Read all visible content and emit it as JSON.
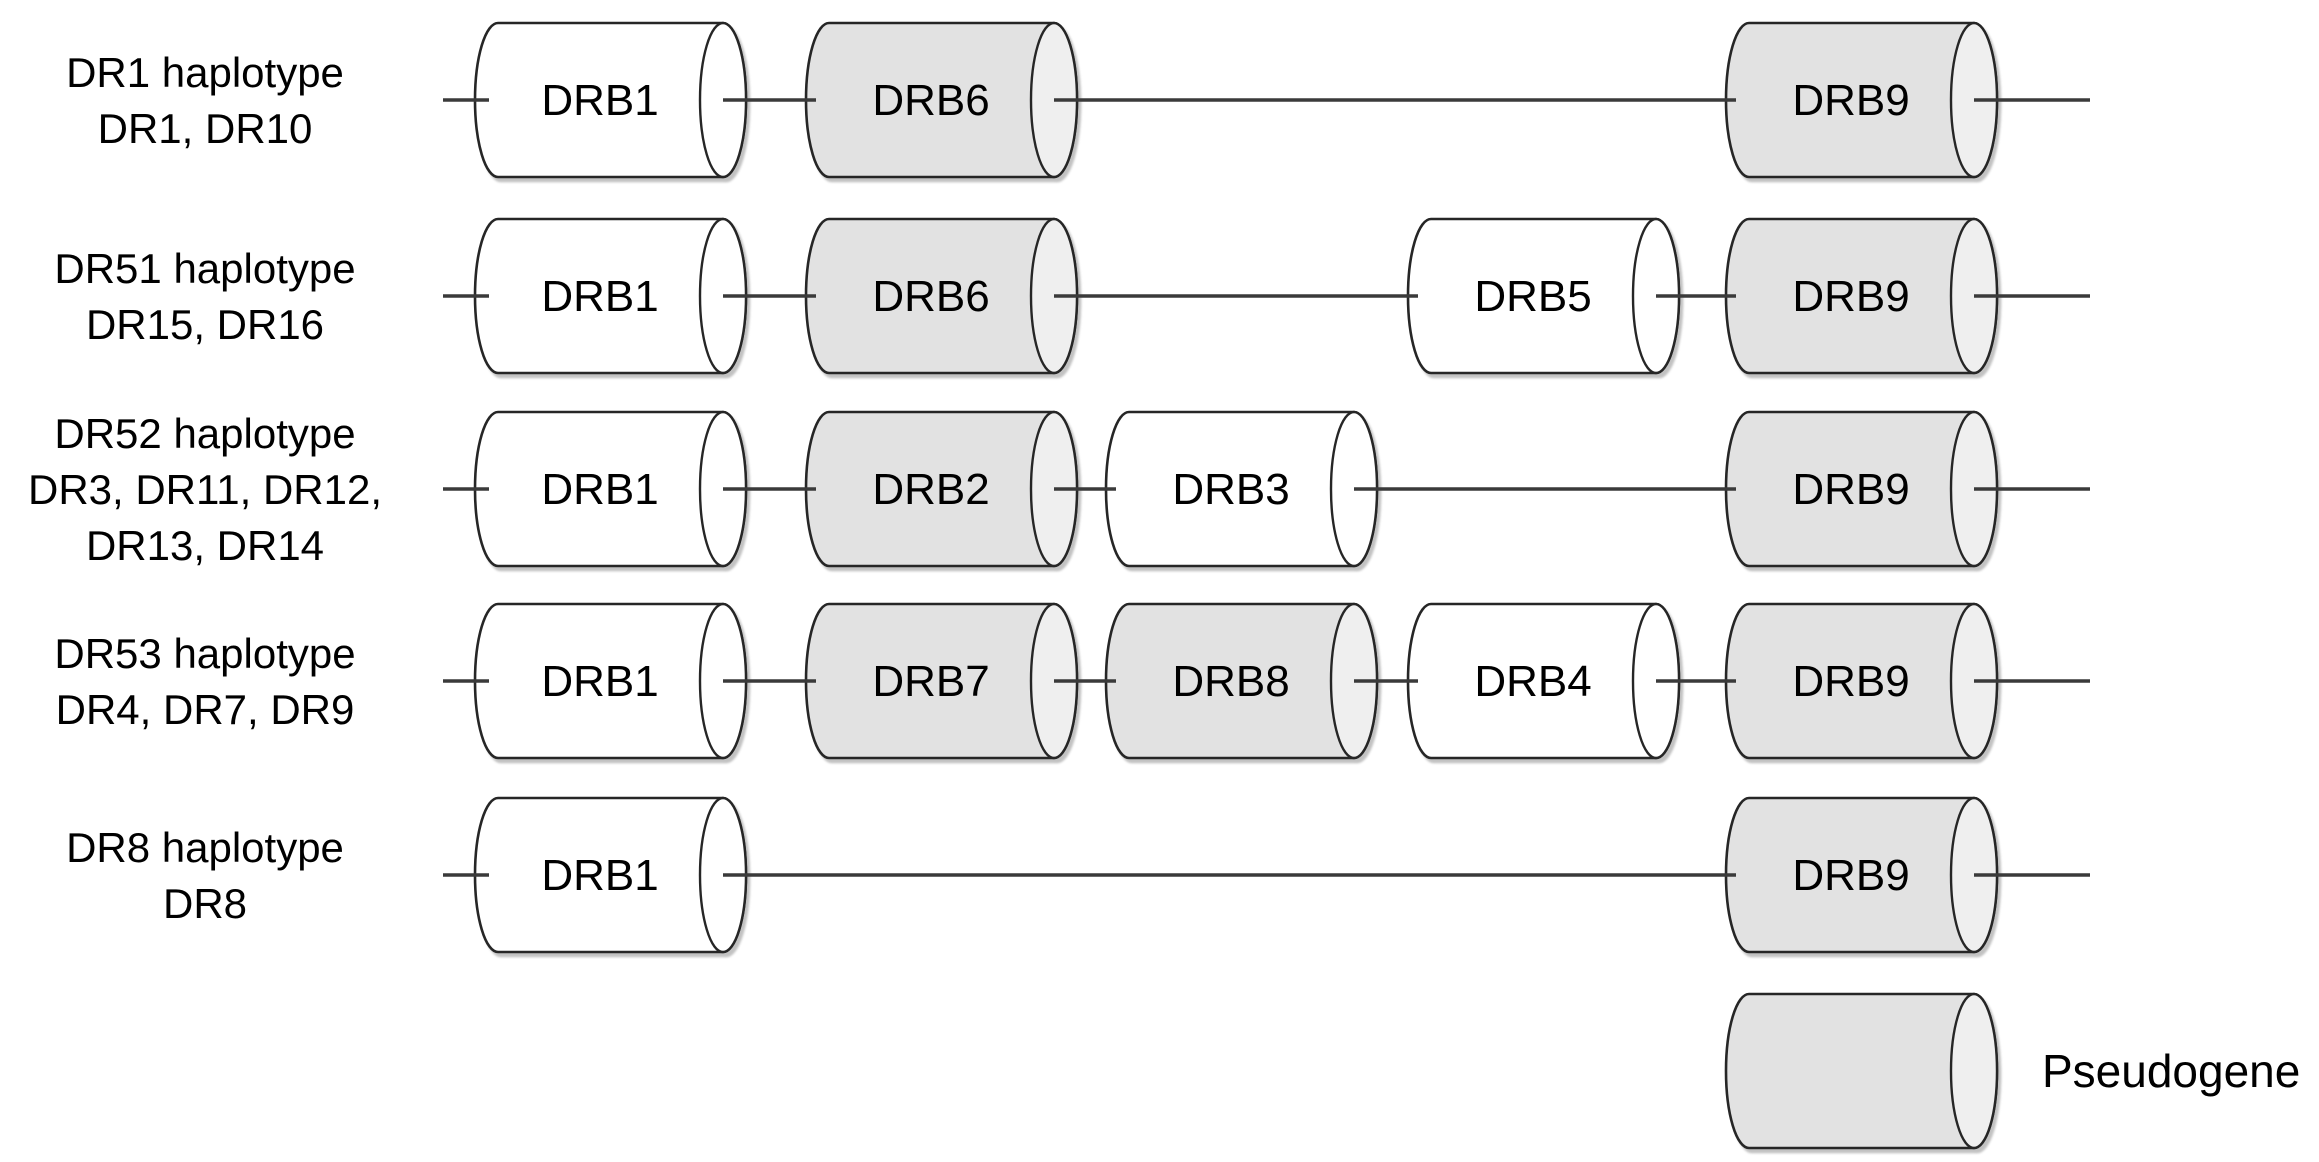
{
  "figure": {
    "description": "HLA-DR haplotype gene maps of the DRB region",
    "background": "#ffffff"
  },
  "colors": {
    "gene_fill": "#ffffff",
    "pseudogene_fill": "#e2e2e2",
    "pseudogene_cap_fill": "#efefef",
    "outline": "#262626",
    "line": "#3a3a3a",
    "text": "#000000"
  },
  "legend": {
    "label": "Pseudogene"
  },
  "rows": [
    {
      "label_lines": [
        "DR1 haplotype",
        "DR1, DR10"
      ],
      "genes": [
        {
          "name": "DRB1",
          "pseudogene": false
        },
        {
          "name": "DRB6",
          "pseudogene": true
        },
        {
          "name": "DRB9",
          "pseudogene": true
        }
      ]
    },
    {
      "label_lines": [
        "DR51 haplotype",
        "DR15, DR16"
      ],
      "genes": [
        {
          "name": "DRB1",
          "pseudogene": false
        },
        {
          "name": "DRB6",
          "pseudogene": true
        },
        {
          "name": "DRB5",
          "pseudogene": false
        },
        {
          "name": "DRB9",
          "pseudogene": true
        }
      ]
    },
    {
      "label_lines": [
        "DR52 haplotype",
        "DR3, DR11, DR12,",
        "DR13, DR14"
      ],
      "genes": [
        {
          "name": "DRB1",
          "pseudogene": false
        },
        {
          "name": "DRB2",
          "pseudogene": true
        },
        {
          "name": "DRB3",
          "pseudogene": false
        },
        {
          "name": "DRB9",
          "pseudogene": true
        }
      ]
    },
    {
      "label_lines": [
        "DR53 haplotype",
        "DR4, DR7, DR9"
      ],
      "genes": [
        {
          "name": "DRB1",
          "pseudogene": false
        },
        {
          "name": "DRB7",
          "pseudogene": true
        },
        {
          "name": "DRB8",
          "pseudogene": true
        },
        {
          "name": "DRB4",
          "pseudogene": false
        },
        {
          "name": "DRB9",
          "pseudogene": true
        }
      ]
    },
    {
      "label_lines": [
        "DR8 haplotype",
        "DR8"
      ],
      "genes": [
        {
          "name": "DRB1",
          "pseudogene": false
        },
        {
          "name": "DRB9",
          "pseudogene": true
        }
      ]
    }
  ]
}
